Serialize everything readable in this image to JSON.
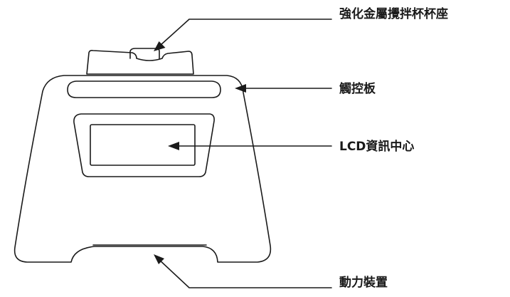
{
  "labels": {
    "jar_pad": "強化金屬攪拌杯杯座",
    "touch_panel": "觸控板",
    "lcd_center": "LCD資訊中心",
    "motor_base": "動力裝置"
  },
  "colors": {
    "stroke": "#1a1a1a",
    "background": "#ffffff"
  }
}
